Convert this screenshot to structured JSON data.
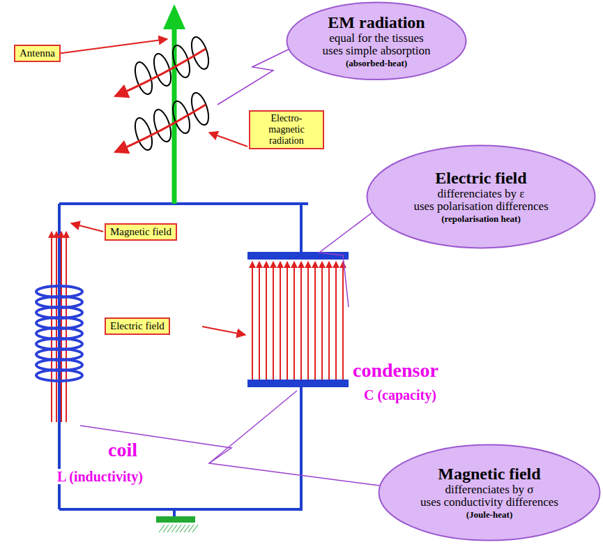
{
  "diagram": {
    "nodes": [
      {
        "text": [
          "Antenna"
        ]
      },
      {
        "text": [
          "EM radiation",
          "equal for the tissues",
          "uses simple absorption",
          "(absorbed-heat)"
        ]
      },
      {
        "text": [
          "Electro-magnetic radiation"
        ]
      },
      {
        "text": [
          "Electric field",
          "differenciates by ε",
          "uses polarisation differences",
          "(repolarisation heat)"
        ]
      },
      {
        "text": [
          "Magnetic field"
        ]
      },
      {
        "text": [
          "Electric field"
        ]
      },
      {
        "text": [
          "Magnetic field",
          "differenciates by σ",
          "uses conductivity differences",
          "(Joule-heat)"
        ]
      }
    ],
    "labels": [
      "condensor",
      "C (capacity)",
      "coil",
      "L (inductivity)"
    ]
  }
}
